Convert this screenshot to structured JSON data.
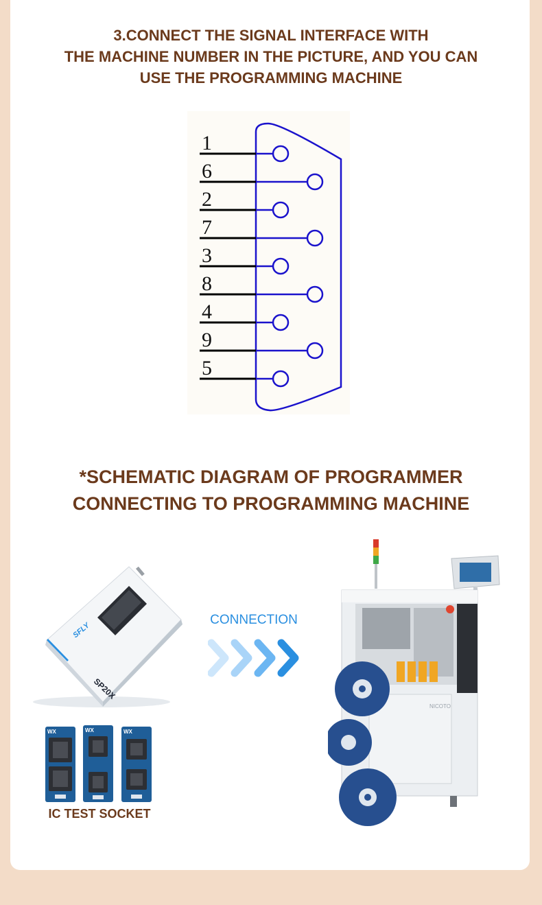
{
  "section3": {
    "title_lines": [
      "3.CONNECT THE SIGNAL INTERFACE WITH",
      "THE MACHINE NUMBER IN THE PICTURE, AND YOU CAN",
      "USE THE PROGRAMMING MACHINE"
    ]
  },
  "pinout": {
    "pins": [
      "1",
      "6",
      "2",
      "7",
      "3",
      "8",
      "4",
      "9",
      "5"
    ],
    "connector_color": "#1a12cc",
    "wire_color": "#000000"
  },
  "schematic": {
    "title_lines": [
      "*SCHEMATIC DIAGRAM OF PROGRAMMER",
      "CONNECTING TO PROGRAMMING MACHINE"
    ],
    "programmer": {
      "model": "SP20X",
      "brand": "SFLY"
    },
    "machine": {
      "brand": "NICOTO"
    },
    "connection_label": "CONNECTION",
    "socket_label": "IC TEST SOCKET",
    "socket_board_labels": [
      "WX",
      "WX",
      "WX"
    ]
  },
  "colors": {
    "background": "#f3dcc8",
    "heading": "#6b3a1c",
    "accent_blue": "#2a8fe0"
  }
}
